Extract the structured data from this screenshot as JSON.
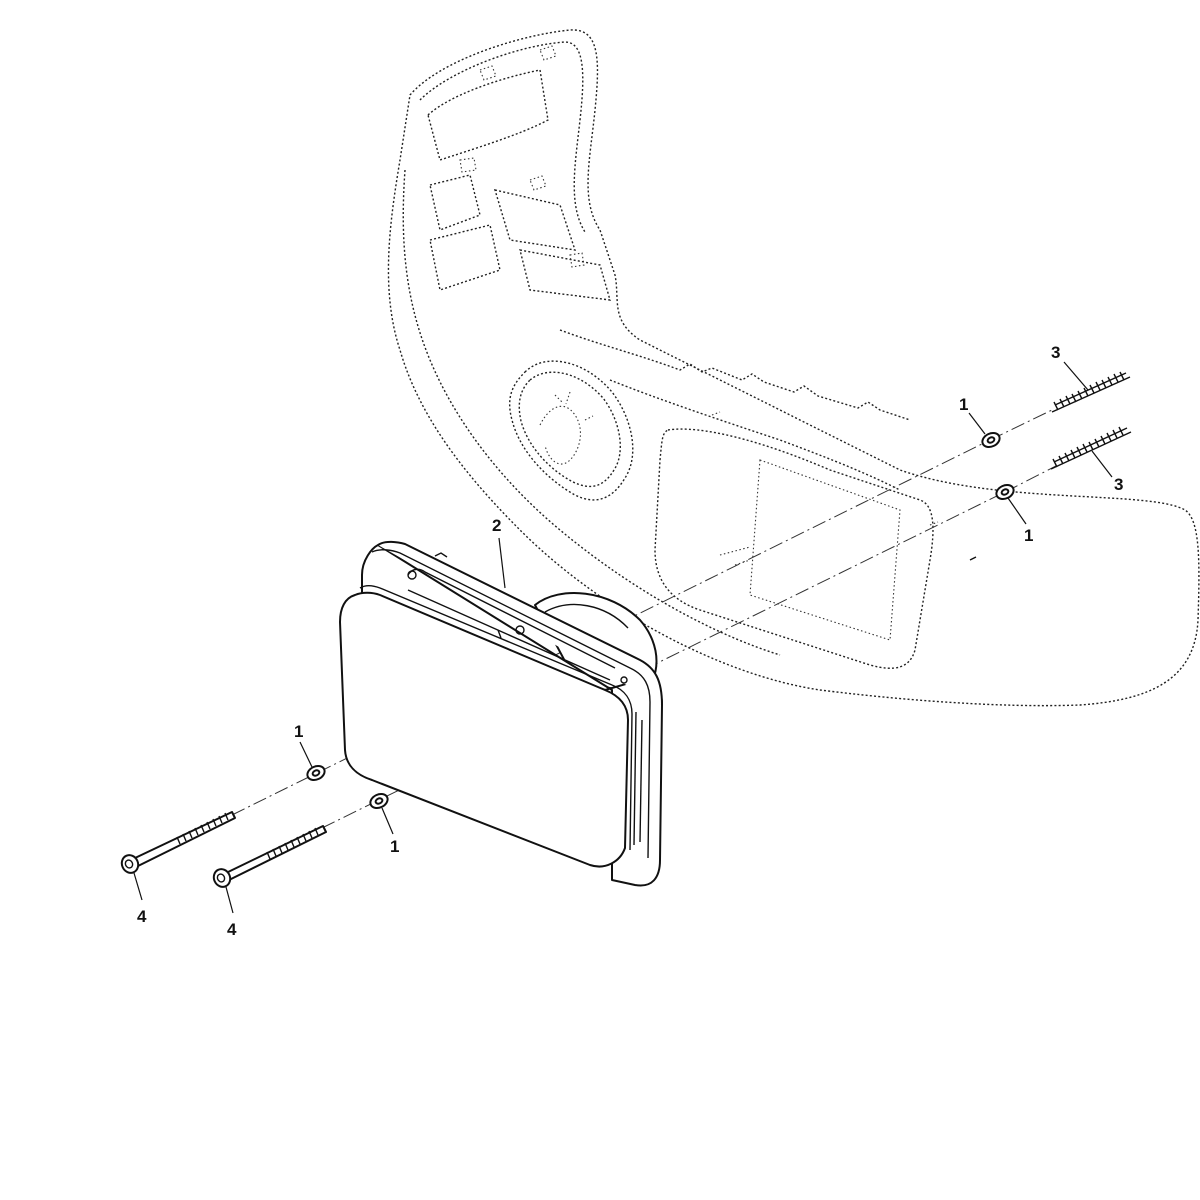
{
  "diagram": {
    "callouts": [
      {
        "id": "c1a",
        "label": "1"
      },
      {
        "id": "c1b",
        "label": "1"
      },
      {
        "id": "c1c",
        "label": "1"
      },
      {
        "id": "c1d",
        "label": "1"
      },
      {
        "id": "c2",
        "label": "2"
      },
      {
        "id": "c3a",
        "label": "3"
      },
      {
        "id": "c3b",
        "label": "3"
      },
      {
        "id": "c4a",
        "label": "4"
      },
      {
        "id": "c4b",
        "label": "4"
      }
    ]
  }
}
